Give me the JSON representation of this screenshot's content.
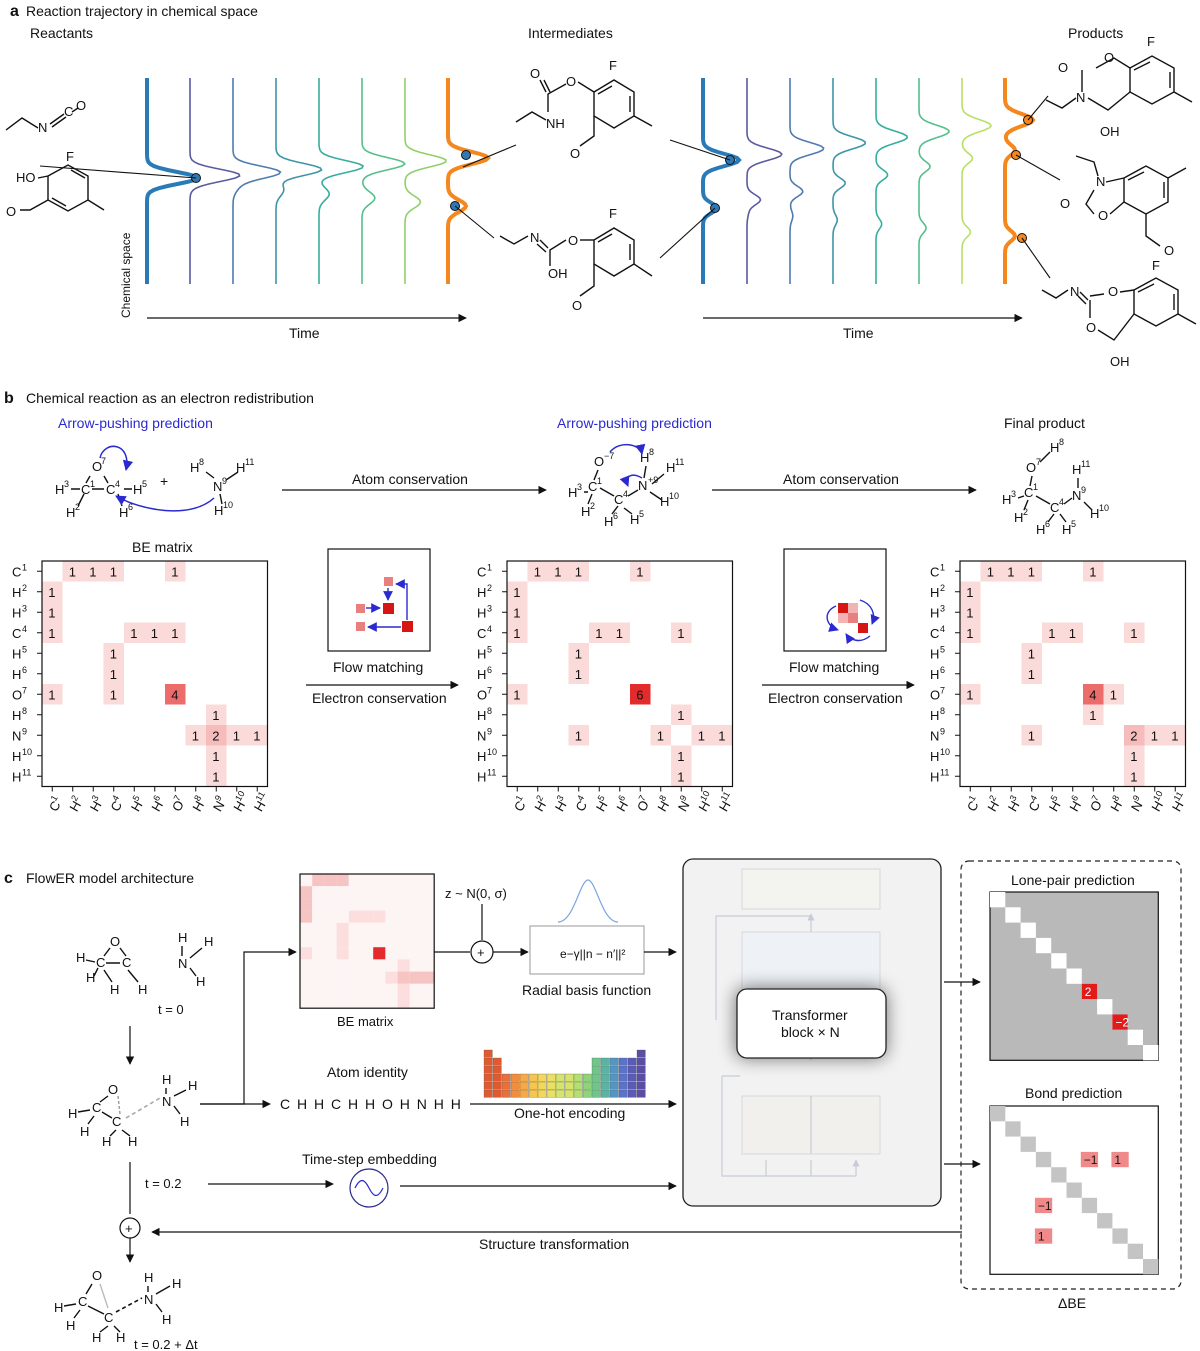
{
  "panel_a": {
    "letter": "a",
    "title": "Reaction trajectory in chemical space",
    "reactants_label": "Reactants",
    "intermediates_label": "Intermediates",
    "products_label": "Products",
    "yaxis_label": "Chemical space",
    "time_label_1": "Time",
    "time_label_2": "Time",
    "atoms": {
      "F": "F",
      "HO": "HO",
      "O": "O",
      "N": "N",
      "NH": "NH",
      "OH": "OH",
      "C": "C"
    },
    "colors": [
      "#2a7ab8",
      "#5a5aa0",
      "#4e7bb0",
      "#3d95a8",
      "#37ad9e",
      "#55bf8a",
      "#8fd06a",
      "#b8e065",
      "#f5871f"
    ]
  },
  "panel_b": {
    "letter": "b",
    "title": "Chemical reaction as an electron redistribution",
    "arrow_pushing_1": "Arrow-pushing prediction",
    "arrow_pushing_2": "Arrow-pushing prediction",
    "final_product": "Final product",
    "atom_conservation_1": "Atom conservation",
    "atom_conservation_2": "Atom conservation",
    "flow_matching_1": "Flow matching",
    "flow_matching_2": "Flow matching",
    "electron_conservation_1": "Electron conservation",
    "electron_conservation_2": "Electron conservation",
    "be_matrix_title": "BE matrix",
    "plus": "+",
    "atom_labels": [
      "C",
      "H",
      "H",
      "C",
      "H",
      "H",
      "O",
      "H",
      "N",
      "H",
      "H"
    ],
    "atom_indices": [
      "1",
      "2",
      "3",
      "4",
      "5",
      "6",
      "7",
      "8",
      "9",
      "10",
      "11"
    ],
    "matrices": [
      [
        [
          0,
          1,
          1,
          1,
          0,
          0,
          1,
          0,
          0,
          0,
          0
        ],
        [
          1,
          0,
          0,
          0,
          0,
          0,
          0,
          0,
          0,
          0,
          0
        ],
        [
          1,
          0,
          0,
          0,
          0,
          0,
          0,
          0,
          0,
          0,
          0
        ],
        [
          1,
          0,
          0,
          0,
          1,
          1,
          1,
          0,
          0,
          0,
          0
        ],
        [
          0,
          0,
          0,
          1,
          0,
          0,
          0,
          0,
          0,
          0,
          0
        ],
        [
          0,
          0,
          0,
          1,
          0,
          0,
          0,
          0,
          0,
          0,
          0
        ],
        [
          1,
          0,
          0,
          1,
          0,
          0,
          4,
          0,
          0,
          0,
          0
        ],
        [
          0,
          0,
          0,
          0,
          0,
          0,
          0,
          0,
          1,
          0,
          0
        ],
        [
          0,
          0,
          0,
          0,
          0,
          0,
          0,
          1,
          2,
          1,
          1
        ],
        [
          0,
          0,
          0,
          0,
          0,
          0,
          0,
          0,
          1,
          0,
          0
        ],
        [
          0,
          0,
          0,
          0,
          0,
          0,
          0,
          0,
          1,
          0,
          0
        ]
      ],
      [
        [
          0,
          1,
          1,
          1,
          0,
          0,
          1,
          0,
          0,
          0,
          0
        ],
        [
          1,
          0,
          0,
          0,
          0,
          0,
          0,
          0,
          0,
          0,
          0
        ],
        [
          1,
          0,
          0,
          0,
          0,
          0,
          0,
          0,
          0,
          0,
          0
        ],
        [
          1,
          0,
          0,
          0,
          1,
          1,
          0,
          0,
          1,
          0,
          0
        ],
        [
          0,
          0,
          0,
          1,
          0,
          0,
          0,
          0,
          0,
          0,
          0
        ],
        [
          0,
          0,
          0,
          1,
          0,
          0,
          0,
          0,
          0,
          0,
          0
        ],
        [
          1,
          0,
          0,
          0,
          0,
          0,
          6,
          0,
          0,
          0,
          0
        ],
        [
          0,
          0,
          0,
          0,
          0,
          0,
          0,
          0,
          1,
          0,
          0
        ],
        [
          0,
          0,
          0,
          1,
          0,
          0,
          0,
          1,
          0,
          1,
          1
        ],
        [
          0,
          0,
          0,
          0,
          0,
          0,
          0,
          0,
          1,
          0,
          0
        ],
        [
          0,
          0,
          0,
          0,
          0,
          0,
          0,
          0,
          1,
          0,
          0
        ]
      ],
      [
        [
          0,
          1,
          1,
          1,
          0,
          0,
          1,
          0,
          0,
          0,
          0
        ],
        [
          1,
          0,
          0,
          0,
          0,
          0,
          0,
          0,
          0,
          0,
          0
        ],
        [
          1,
          0,
          0,
          0,
          0,
          0,
          0,
          0,
          0,
          0,
          0
        ],
        [
          1,
          0,
          0,
          0,
          1,
          1,
          0,
          0,
          1,
          0,
          0
        ],
        [
          0,
          0,
          0,
          1,
          0,
          0,
          0,
          0,
          0,
          0,
          0
        ],
        [
          0,
          0,
          0,
          1,
          0,
          0,
          0,
          0,
          0,
          0,
          0
        ],
        [
          1,
          0,
          0,
          0,
          0,
          0,
          4,
          1,
          0,
          0,
          0
        ],
        [
          0,
          0,
          0,
          0,
          0,
          0,
          1,
          0,
          0,
          0,
          0
        ],
        [
          0,
          0,
          0,
          1,
          0,
          0,
          0,
          0,
          2,
          1,
          1
        ],
        [
          0,
          0,
          0,
          0,
          0,
          0,
          0,
          0,
          1,
          0,
          0
        ],
        [
          0,
          0,
          0,
          0,
          0,
          0,
          0,
          0,
          1,
          0,
          0
        ]
      ]
    ],
    "mol1": {
      "O": "O",
      "sup7": "7",
      "C1": "C",
      "sup1": "1",
      "C4": "C",
      "sup4": "4",
      "H3": "H",
      "s3": "3",
      "H2": "H",
      "s2": "2",
      "H5": "H",
      "s5": "5",
      "H6": "H",
      "s6": "6",
      "N": "N",
      "s9": "9",
      "H8": "H",
      "s8": "8",
      "H11": "H",
      "s11": "11",
      "H10": "H",
      "s10": "10"
    },
    "mol2": {
      "O": "O",
      "sup": "−7",
      "H8": "H",
      "s8": "8",
      "N": "N",
      "s9": "+9",
      "H11": "H",
      "s11": "11",
      "H10": "H",
      "s10": "10",
      "C1": "C",
      "sup1": "1",
      "C4": "C",
      "sup4": "4",
      "H3": "H",
      "s3": "3",
      "H2": "H",
      "s2": "2",
      "H6": "H",
      "s6": "6",
      "H5": "H",
      "s5": "5"
    },
    "mol3": {
      "O": "O",
      "sup7": "7",
      "H8": "H",
      "s8": "8",
      "H11": "H",
      "s11": "11",
      "N": "N",
      "s9": "9",
      "H10": "H",
      "s10": "10",
      "C1": "C",
      "sup1": "1",
      "C4": "C",
      "sup4": "4",
      "H3": "H",
      "s3": "3",
      "H2": "H",
      "s2": "2",
      "H6": "H",
      "s6": "6",
      "H5": "H",
      "s5": "5"
    }
  },
  "panel_c": {
    "letter": "c",
    "title": "FlowER model architecture",
    "t0": "t = 0",
    "t02": "t = 0.2",
    "t_final": "t = 0.2 + Δt",
    "be_matrix_label": "BE matrix",
    "noise_label": "z ~ N(0, σ)",
    "rbf_formula": "e−γ||n − n′||²",
    "rbf_label": "Radial basis function",
    "atom_identity_label": "Atom identity",
    "atom_sequence": "C H H C H H O H N H H",
    "onehot_label": "One-hot encoding",
    "timestep_label": "Time-step embedding",
    "transformer_line1": "Transformer",
    "transformer_line2": "block × N",
    "lone_pair_label": "Lone-pair prediction",
    "bond_label": "Bond prediction",
    "delta_be_label": "ΔBE",
    "structure_transform_label": "Structure transformation",
    "lone_pair_values": [
      "2",
      "−2"
    ],
    "bond_values": [
      "−1",
      "1",
      "−1",
      "1"
    ],
    "plus": "+",
    "atoms": {
      "H": "H",
      "C": "C",
      "O": "O",
      "N": "N"
    }
  }
}
